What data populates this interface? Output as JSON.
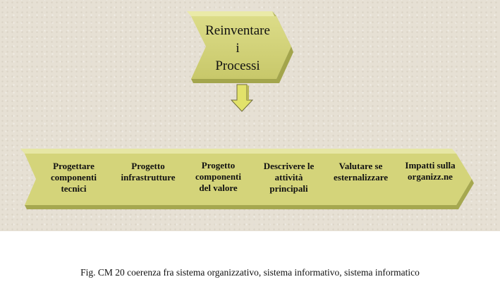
{
  "top_box": {
    "lines": [
      "Reinventare",
      "i",
      "Processi"
    ]
  },
  "steps": [
    {
      "lines": [
        "Progettare",
        "componenti",
        "tecnici"
      ]
    },
    {
      "lines": [
        "Progetto",
        "infrastrutture"
      ]
    },
    {
      "lines": [
        "Progetto",
        "componenti",
        "del valore"
      ]
    },
    {
      "lines": [
        "Descrivere le",
        "attività",
        "principali"
      ]
    },
    {
      "lines": [
        "Valutare se",
        "esternalizzare"
      ]
    },
    {
      "lines": [
        "Impatti sulla",
        "organizz.ne"
      ]
    }
  ],
  "caption": "Fig. CM 20 coerenza fra sistema organizzativo, sistema informativo, sistema informatico",
  "colors": {
    "chevron_face": "#d4d47a",
    "chevron_top": "#e6e6a4",
    "chevron_side": "#a6a850",
    "arrow_fill": "#e2e26a",
    "background": "#e6e0d4"
  }
}
